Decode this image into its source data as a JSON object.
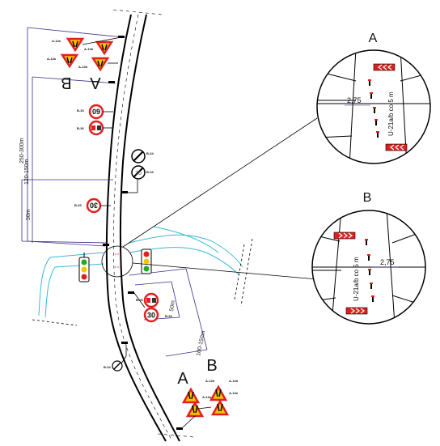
{
  "drawing": {
    "detail_a_title": "A",
    "detail_b_title": "B",
    "label_a_upper": "A",
    "label_b_upper": "B",
    "label_a_lower": "A",
    "label_b_lower": "B",
    "dim_250_300": "250-300m",
    "dim_120_150": "120-150m",
    "dim_50_left": "50m",
    "dim_50_right": "50m",
    "dim_100_150": "100-150m",
    "detail_a_width": "2,75",
    "detail_b_width": "2,75",
    "detail_a_marker_note": "U-21a/b co 5 m",
    "detail_b_marker_note": "U-21a/b co 5 m",
    "speed_60": "60",
    "speed_30_left": "30",
    "speed_30_right": "30",
    "prohibition_sign": "B-33"
  },
  "colors": {
    "line": "#000000",
    "dimension": "#3a2e8c",
    "water": "#3bb8d8",
    "sign_red": "#e02020",
    "sign_yellow": "#f5c400",
    "light_green": "#22aa22"
  }
}
